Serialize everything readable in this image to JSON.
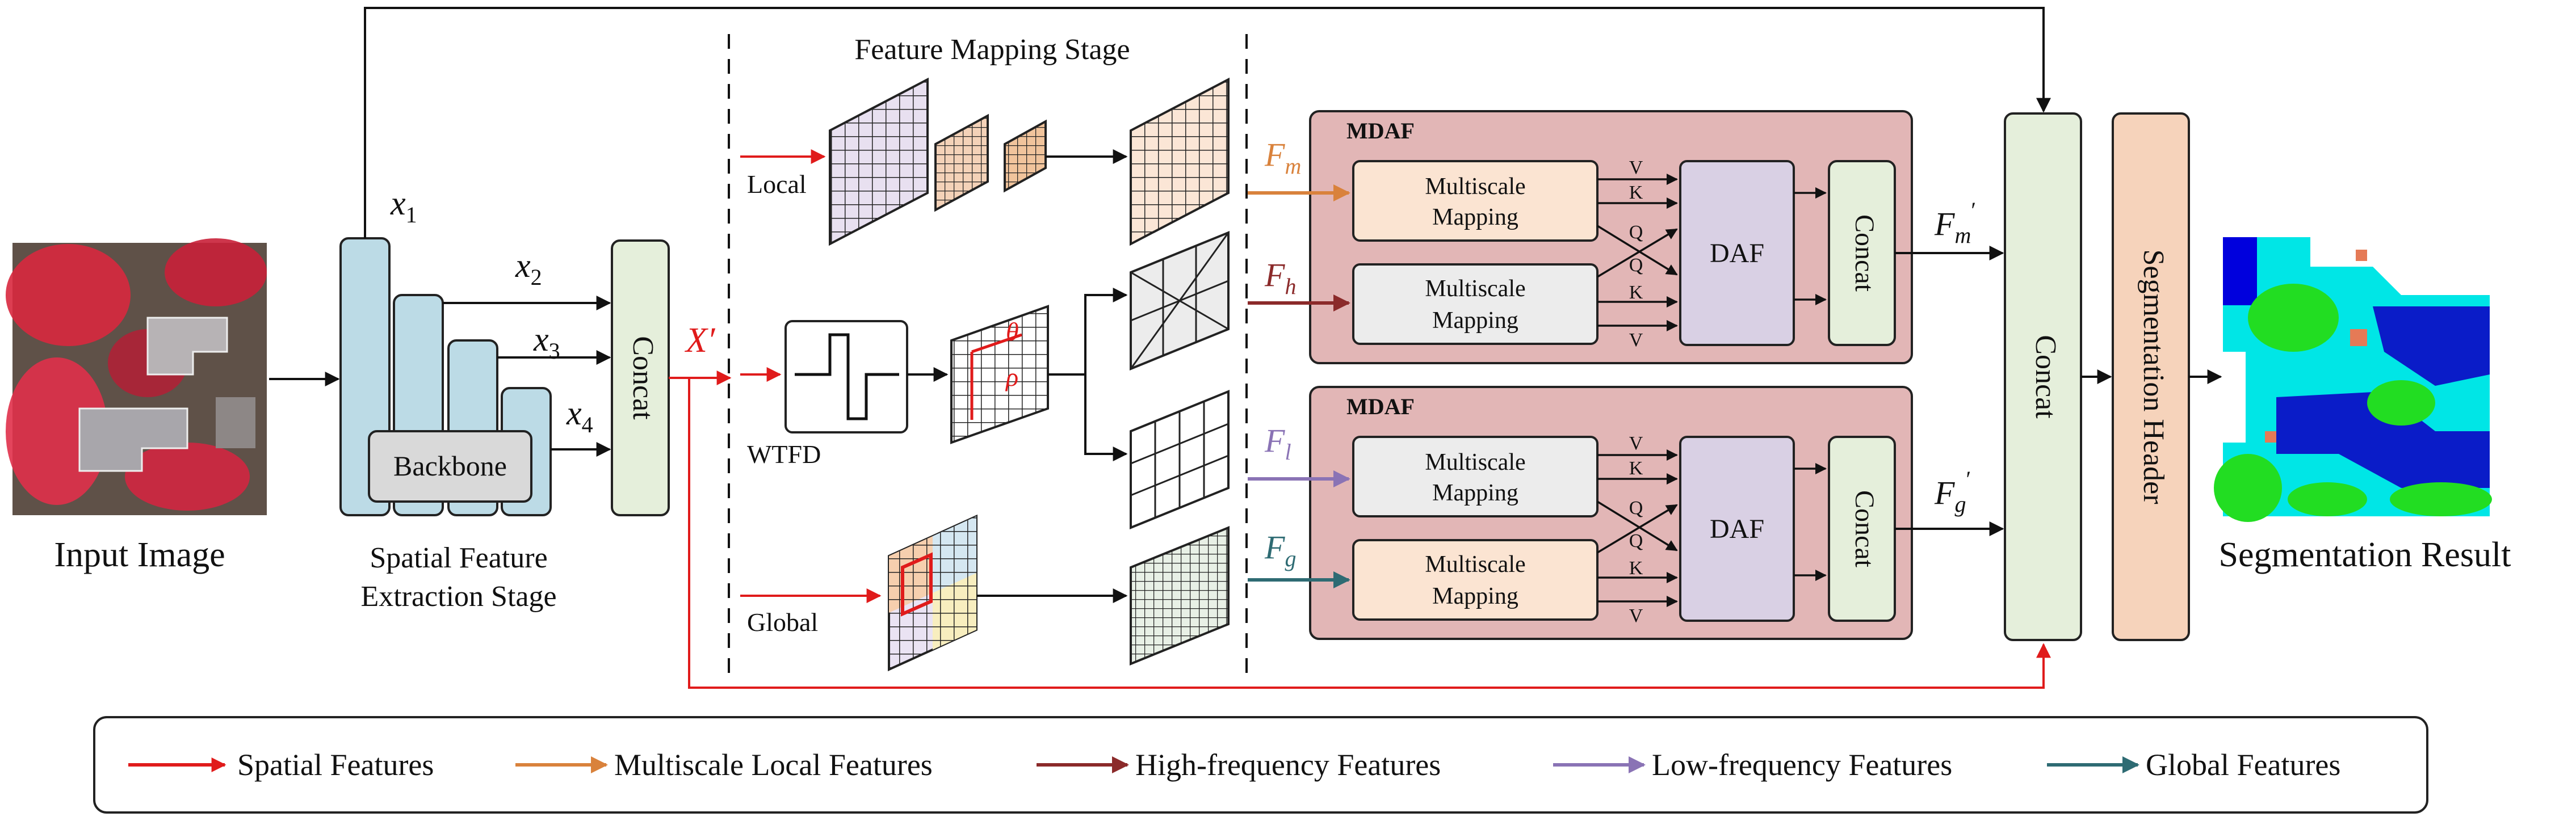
{
  "input_image": {
    "caption": "Input Image"
  },
  "extraction": {
    "backbone": "Backbone",
    "concat": "Concat",
    "x1": "x",
    "x1_sub": "1",
    "x2": "x",
    "x2_sub": "2",
    "x3": "x",
    "x3_sub": "3",
    "x4": "x",
    "x4_sub": "4",
    "caption_line1": "Spatial Feature",
    "caption_line2": "Extraction Stage",
    "xprime": "X′"
  },
  "mapping": {
    "title": "Feature Mapping Stage",
    "local": "Local",
    "wtfd": "WTFD",
    "global": "Global",
    "theta": "θ",
    "rho": "ρ"
  },
  "mdaf_top": {
    "title": "MDAF",
    "in1": "F",
    "in1_sub": "m",
    "in2": "F",
    "in2_sub": "h",
    "ms1_l1": "Multiscale",
    "ms1_l2": "Mapping",
    "ms2_l1": "Multiscale",
    "ms2_l2": "Mapping",
    "daf": "DAF",
    "concat": "Concat",
    "out": "F",
    "out_sub": "m",
    "qkv": [
      "V",
      "K",
      "Q",
      "Q",
      "K",
      "V"
    ]
  },
  "mdaf_bottom": {
    "title": "MDAF",
    "in1": "F",
    "in1_sub": "l",
    "in2": "F",
    "in2_sub": "g",
    "ms1_l1": "Multiscale",
    "ms1_l2": "Mapping",
    "ms2_l1": "Multiscale",
    "ms2_l2": "Mapping",
    "daf": "DAF",
    "concat": "Concat",
    "out": "F",
    "out_sub": "g",
    "qkv": [
      "V",
      "K",
      "Q",
      "Q",
      "K",
      "V"
    ]
  },
  "final": {
    "concat": "Concat",
    "header": "Segmentation Header",
    "result": "Segmentation Result"
  },
  "legend": {
    "items": [
      {
        "label": "Spatial Features",
        "color": "#e01b1b"
      },
      {
        "label": "Multiscale Local Features",
        "color": "#d9823c"
      },
      {
        "label": "High-frequency Features",
        "color": "#8b2a2a"
      },
      {
        "label": "Low-frequency Features",
        "color": "#8a73b5"
      },
      {
        "label": "Global Features",
        "color": "#2e6b73"
      }
    ]
  },
  "colors": {
    "backbone_fill": "#bcdbe6",
    "concat_fill": "#e5efdb",
    "mdaf_fill": "#e2b6b6",
    "ms_top_fill": "#fbe4d2",
    "ms_grey_fill": "#ececec",
    "daf_fill": "#d9d0e4",
    "header_fill": "#f6d3bb",
    "red": "#e01b1b"
  }
}
